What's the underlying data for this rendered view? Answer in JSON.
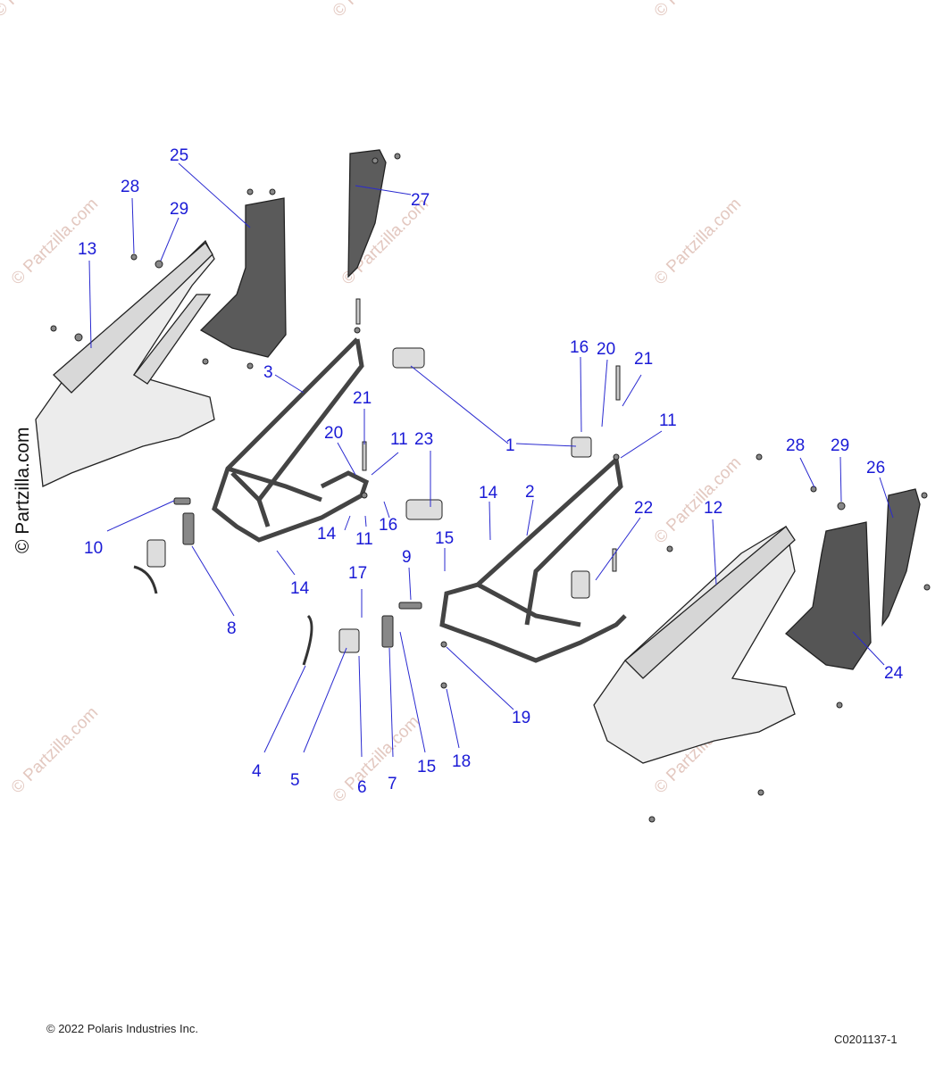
{
  "footer": {
    "copyright": "© 2022 Polaris Industries Inc.",
    "drawing_id": "C0201137-1"
  },
  "watermark": {
    "side_text": "© Partzilla.com",
    "repeat_text": "© Partzilla.com"
  },
  "callouts": [
    "1",
    "2",
    "3",
    "4",
    "5",
    "6",
    "7",
    "8",
    "9",
    "10",
    "11",
    "11",
    "11",
    "12",
    "13",
    "14",
    "14",
    "14",
    "15",
    "15",
    "16",
    "16",
    "17",
    "18",
    "19",
    "20",
    "20",
    "21",
    "21",
    "22",
    "23",
    "24",
    "25",
    "26",
    "27",
    "28",
    "28",
    "29",
    "29"
  ],
  "colors": {
    "callout": "#1a1ad6",
    "panel_dark": "#5a5a5a",
    "panel_light": "#eeeeee"
  }
}
